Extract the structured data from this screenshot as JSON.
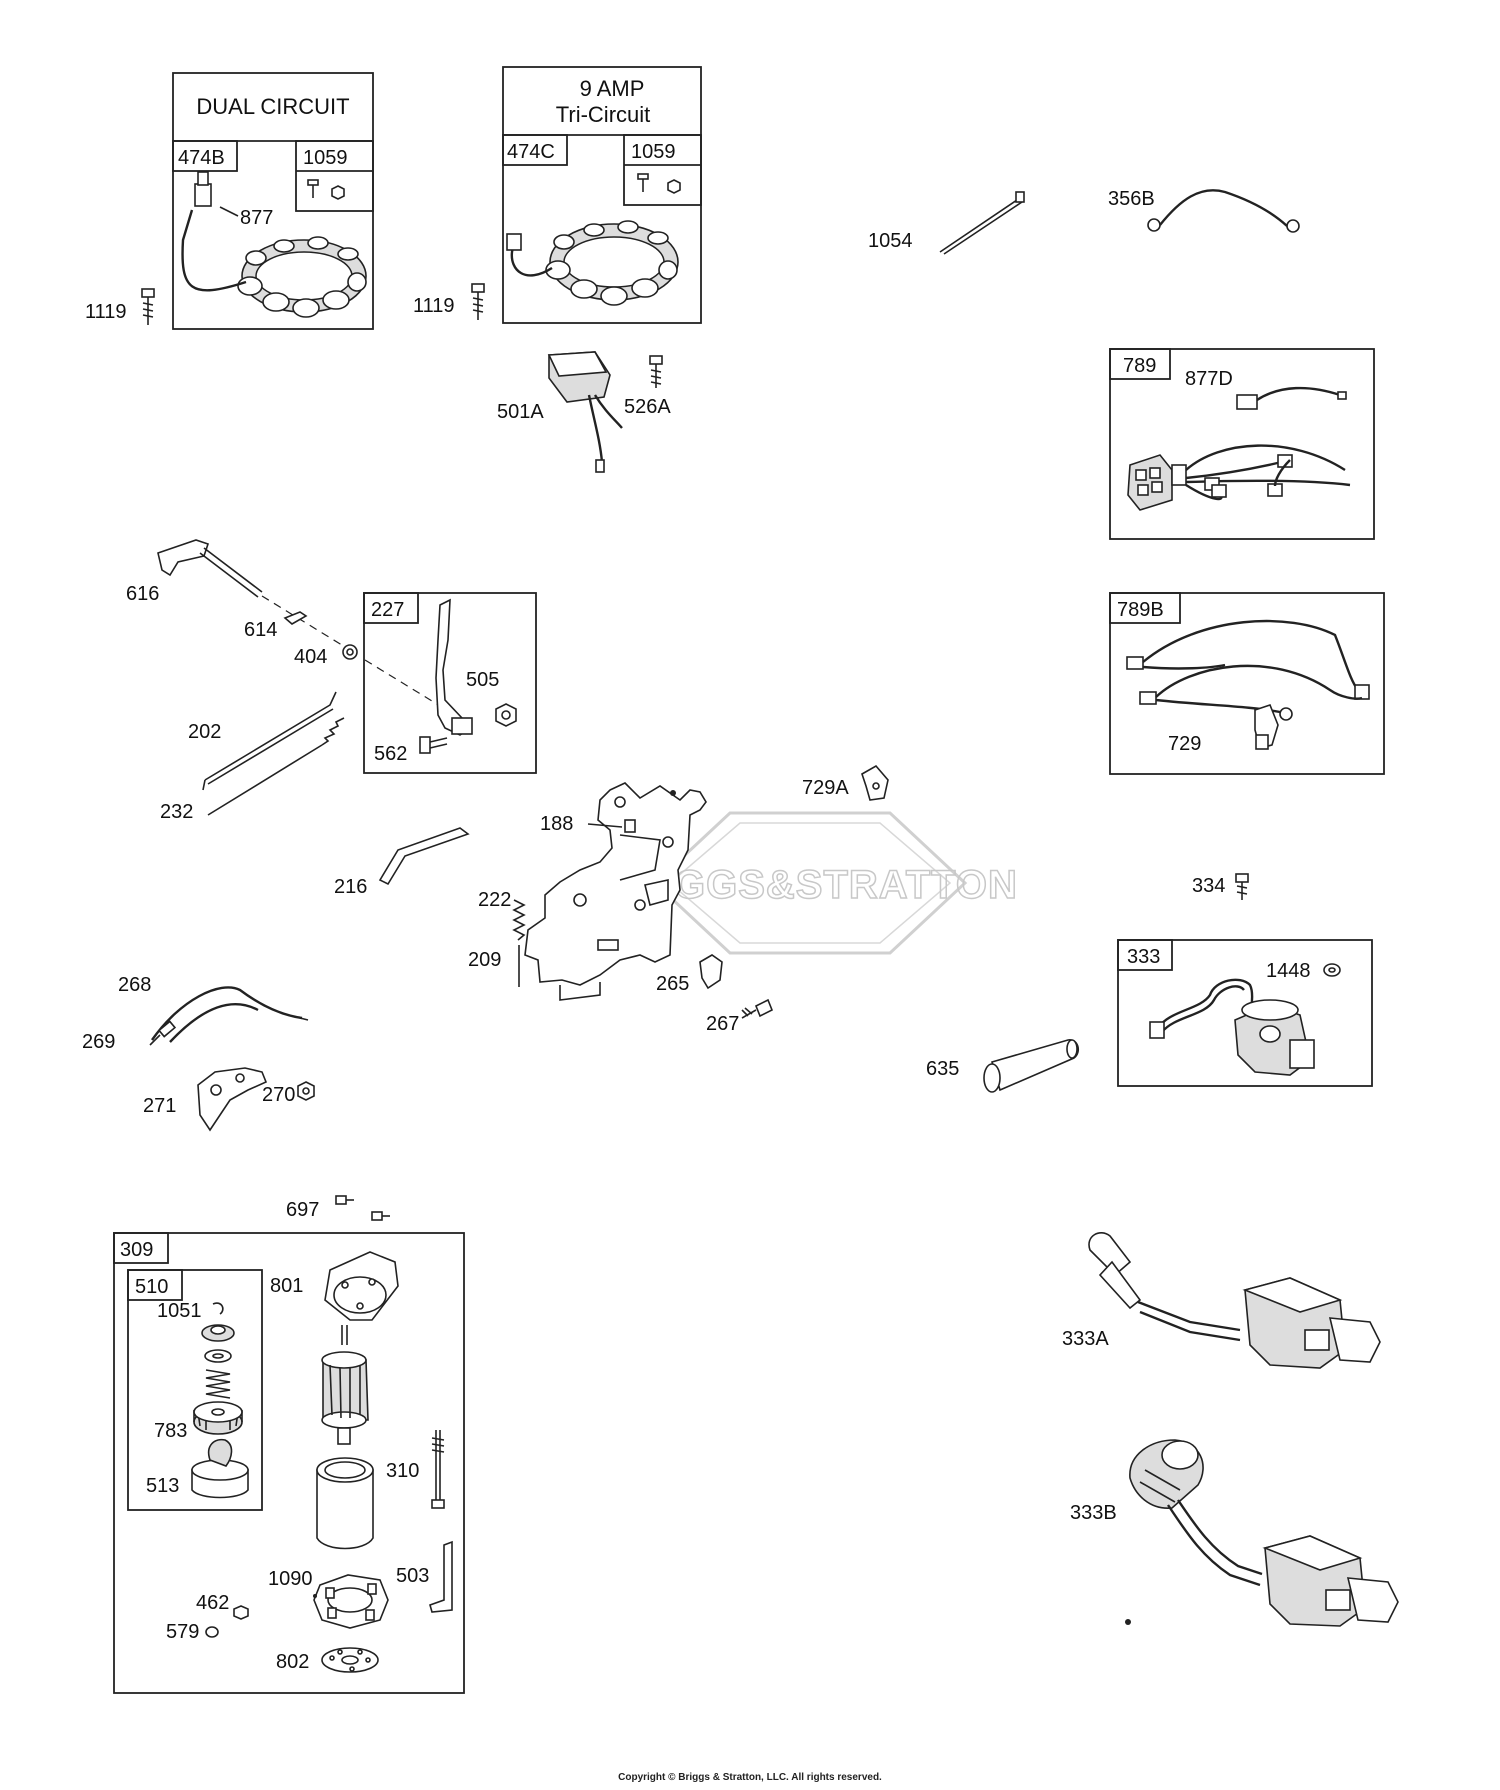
{
  "watermark": "BRIGGS&STRATTON",
  "copyright": "Copyright © Briggs & Stratton, LLC. All rights reserved.",
  "boxes": {
    "dual_title": "DUAL CIRCUIT",
    "tri_title_line1": "9  AMP",
    "tri_title_line2": "Tri-Circuit",
    "b474B": "474B",
    "b1059a": "1059",
    "b474C": "474C",
    "b1059b": "1059",
    "b789": "789",
    "b789B": "789B",
    "b227": "227",
    "b333": "333",
    "b309": "309",
    "b510": "510"
  },
  "labels": {
    "p877": "877",
    "p1119a": "1119",
    "p1119b": "1119",
    "p501A": "501A",
    "p526A": "526A",
    "p1054": "1054",
    "p356B": "356B",
    "p877D": "877D",
    "p729": "729",
    "p729A": "729A",
    "p616": "616",
    "p614": "614",
    "p404": "404",
    "p505": "505",
    "p562": "562",
    "p202": "202",
    "p232": "232",
    "p188": "188",
    "p216": "216",
    "p222": "222",
    "p209": "209",
    "p265": "265",
    "p267": "267",
    "p334": "334",
    "p1448": "1448",
    "p635": "635",
    "p268": "268",
    "p269": "269",
    "p271": "271",
    "p270": "270",
    "p697": "697",
    "p801": "801",
    "p1051": "1051",
    "p783": "783",
    "p513": "513",
    "p310": "310",
    "p503": "503",
    "p1090": "1090",
    "p462": "462",
    "p579": "579",
    "p802": "802",
    "p333A": "333A",
    "p333B": "333B"
  }
}
